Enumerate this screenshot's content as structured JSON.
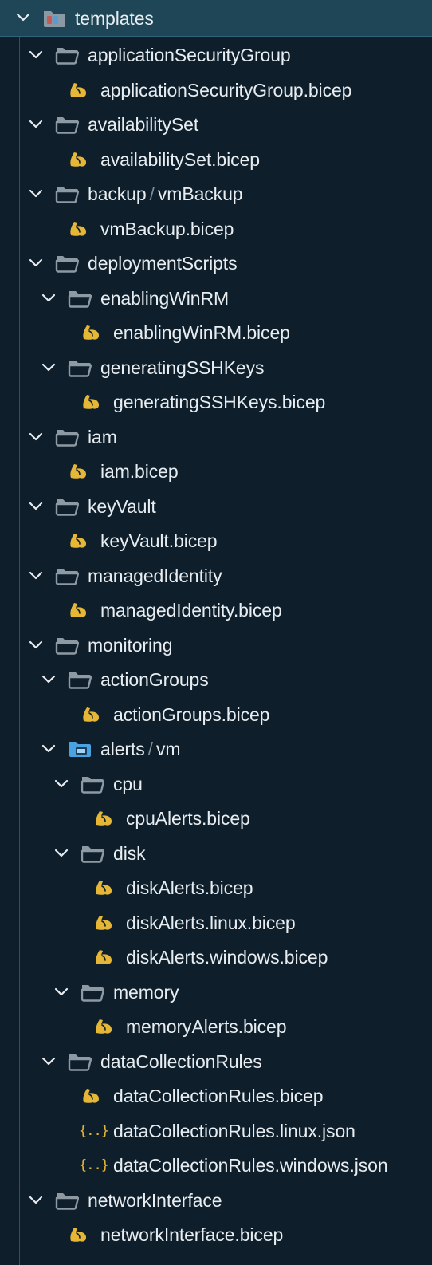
{
  "root": {
    "label": "templates"
  },
  "colors": {
    "background": "#0e1f2b",
    "header_background": "#1e4656",
    "text": "#e8edf1",
    "folder_icon": "#8e9aa3",
    "bicep_icon": "#e6b637",
    "json_icon": "#e6b637",
    "special_folder_icon": "#4aa3e0"
  },
  "items": [
    {
      "kind": "folder",
      "depth": 1,
      "expanded": true,
      "label": "applicationSecurityGroup"
    },
    {
      "kind": "bicep",
      "depth": 2,
      "label": "applicationSecurityGroup.bicep"
    },
    {
      "kind": "folder",
      "depth": 1,
      "expanded": true,
      "label": "availabilitySet"
    },
    {
      "kind": "bicep",
      "depth": 2,
      "label": "availabilitySet.bicep"
    },
    {
      "kind": "folder",
      "depth": 1,
      "expanded": true,
      "label": "backup",
      "label2": "vmBackup",
      "separator": "/"
    },
    {
      "kind": "bicep",
      "depth": 2,
      "label": "vmBackup.bicep"
    },
    {
      "kind": "folder",
      "depth": 1,
      "expanded": true,
      "label": "deploymentScripts"
    },
    {
      "kind": "folder",
      "depth": 2,
      "expanded": true,
      "label": "enablingWinRM"
    },
    {
      "kind": "bicep",
      "depth": 3,
      "label": "enablingWinRM.bicep"
    },
    {
      "kind": "folder",
      "depth": 2,
      "expanded": true,
      "label": "generatingSSHKeys"
    },
    {
      "kind": "bicep",
      "depth": 3,
      "label": "generatingSSHKeys.bicep"
    },
    {
      "kind": "folder",
      "depth": 1,
      "expanded": true,
      "label": "iam"
    },
    {
      "kind": "bicep",
      "depth": 2,
      "label": "iam.bicep"
    },
    {
      "kind": "folder",
      "depth": 1,
      "expanded": true,
      "label": "keyVault"
    },
    {
      "kind": "bicep",
      "depth": 2,
      "label": "keyVault.bicep"
    },
    {
      "kind": "folder",
      "depth": 1,
      "expanded": true,
      "label": "managedIdentity"
    },
    {
      "kind": "bicep",
      "depth": 2,
      "label": "managedIdentity.bicep"
    },
    {
      "kind": "folder",
      "depth": 1,
      "expanded": true,
      "label": "monitoring"
    },
    {
      "kind": "folder",
      "depth": 2,
      "expanded": true,
      "label": "actionGroups"
    },
    {
      "kind": "bicep",
      "depth": 3,
      "label": "actionGroups.bicep"
    },
    {
      "kind": "folder-special",
      "depth": 2,
      "expanded": true,
      "label": "alerts",
      "label2": "vm",
      "separator": "/"
    },
    {
      "kind": "folder",
      "depth": 3,
      "expanded": true,
      "label": "cpu"
    },
    {
      "kind": "bicep",
      "depth": 4,
      "label": "cpuAlerts.bicep"
    },
    {
      "kind": "folder",
      "depth": 3,
      "expanded": true,
      "label": "disk"
    },
    {
      "kind": "bicep",
      "depth": 4,
      "label": "diskAlerts.bicep"
    },
    {
      "kind": "bicep",
      "depth": 4,
      "label": "diskAlerts.linux.bicep"
    },
    {
      "kind": "bicep",
      "depth": 4,
      "label": "diskAlerts.windows.bicep"
    },
    {
      "kind": "folder",
      "depth": 3,
      "expanded": true,
      "label": "memory"
    },
    {
      "kind": "bicep",
      "depth": 4,
      "label": "memoryAlerts.bicep"
    },
    {
      "kind": "folder",
      "depth": 2,
      "expanded": true,
      "label": "dataCollectionRules"
    },
    {
      "kind": "bicep",
      "depth": 3,
      "label": "dataCollectionRules.bicep"
    },
    {
      "kind": "json",
      "depth": 3,
      "label": "dataCollectionRules.linux.json",
      "icon_text": "{..}"
    },
    {
      "kind": "json",
      "depth": 3,
      "label": "dataCollectionRules.windows.json",
      "icon_text": "{..}"
    },
    {
      "kind": "folder",
      "depth": 1,
      "expanded": true,
      "label": "networkInterface"
    },
    {
      "kind": "bicep",
      "depth": 2,
      "label": "networkInterface.bicep"
    }
  ]
}
